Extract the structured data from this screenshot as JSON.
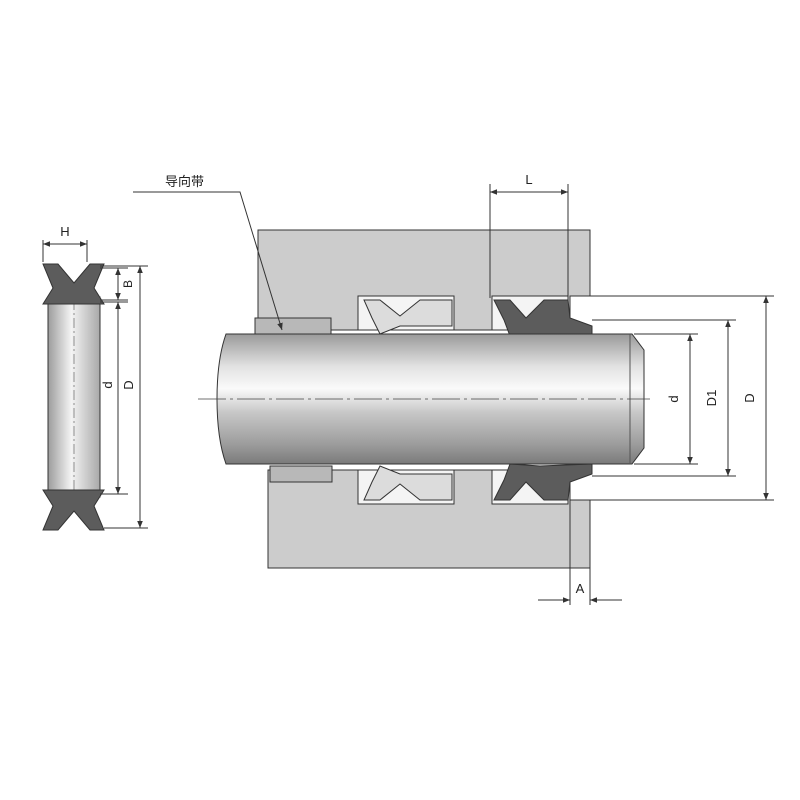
{
  "labels": {
    "guide_band": "导向带",
    "H": "H",
    "B": "B",
    "d_left": "d",
    "D_left": "D",
    "L": "L",
    "A": "A",
    "d_right": "d",
    "D1": "D1",
    "D_right": "D"
  },
  "colors": {
    "housing": "#cccccc",
    "housing_stroke": "#333333",
    "seal": "#5c5c5c",
    "groove": "#f4f4f4",
    "rod_light": "#f5f5f5",
    "rod_dark": "#8a8a8a",
    "line": "#333333"
  }
}
